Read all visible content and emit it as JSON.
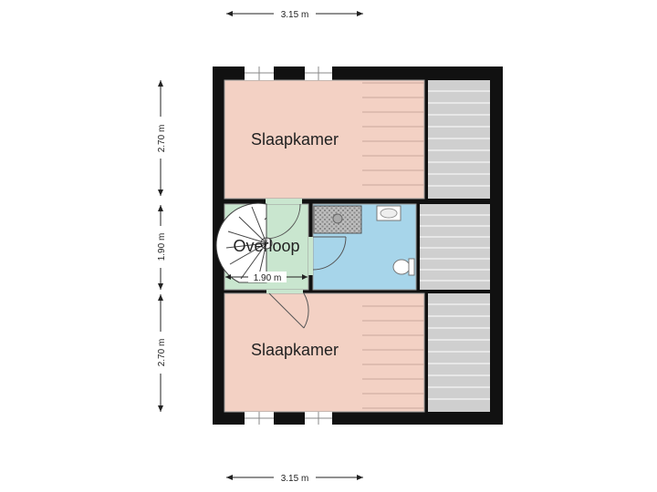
{
  "dimensions": {
    "top_width": "3.15 m",
    "bottom_width": "3.15 m",
    "left_top_height": "2.70 m",
    "left_middle_height": "1.90 m",
    "left_bottom_height": "2.70 m",
    "overloop_inner": "1.90 m"
  },
  "rooms": {
    "top_bedroom": "Slaapkamer",
    "landing": "Overloop",
    "bottom_bedroom": "Slaapkamer"
  },
  "colors": {
    "wall": "#111111",
    "bedroom_floor": "#f3d1c4",
    "landing_floor": "#c9e6cf",
    "bathroom_floor": "#a7d5ea",
    "roof_grey": "#cfcfcf",
    "dimension_line": "#222222"
  },
  "icons": [
    "shower-icon",
    "sink-icon",
    "toilet-icon",
    "staircase-icon",
    "window-icon",
    "door-swing-icon"
  ]
}
